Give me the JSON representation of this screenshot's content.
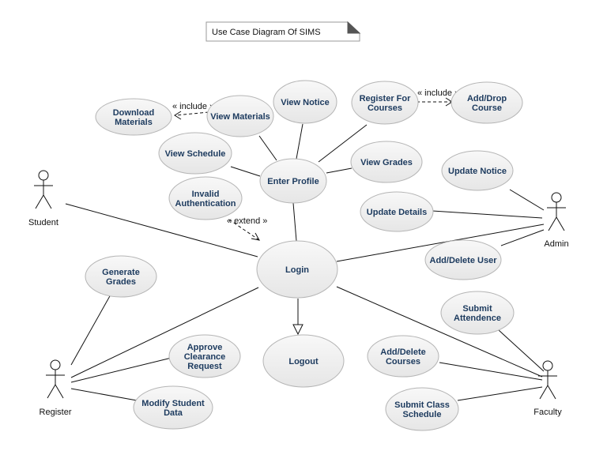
{
  "note": {
    "text": "Use Case Diagram Of SIMS"
  },
  "actors": {
    "student": "Student",
    "admin": "Admin",
    "register": "Register",
    "faculty": "Faculty"
  },
  "use_cases": {
    "download_materials": [
      "Download",
      "Materials"
    ],
    "view_materials": [
      "View Materials"
    ],
    "view_notice": [
      "View Notice"
    ],
    "register_for_courses": [
      "Register For",
      "Courses"
    ],
    "add_drop_course": [
      "Add/Drop",
      "Course"
    ],
    "view_schedule": [
      "View Schedule"
    ],
    "enter_profile": [
      "Enter Profile"
    ],
    "view_grades": [
      "View Grades"
    ],
    "invalid_authentication": [
      "Invalid",
      "Authentication"
    ],
    "update_notice": [
      "Update Notice"
    ],
    "update_details": [
      "Update Details"
    ],
    "add_delete_user": [
      "Add/Delete User"
    ],
    "login": [
      "Login"
    ],
    "generate_grades": [
      "Generate",
      "Grades"
    ],
    "submit_attendence": [
      "Submit",
      "Attendence"
    ],
    "approve_clearance_request": [
      "Approve",
      "Clearance",
      "Request"
    ],
    "logout": [
      "Logout"
    ],
    "add_delete_courses": [
      "Add/Delete",
      "Courses"
    ],
    "modify_student_data": [
      "Modify Student",
      "Data"
    ],
    "submit_class_schedule": [
      "Submit Class",
      "Schedule"
    ]
  },
  "stereotypes": {
    "include_materials": "« include »",
    "include_courses": "« include »",
    "extend_login": "« extend »"
  }
}
